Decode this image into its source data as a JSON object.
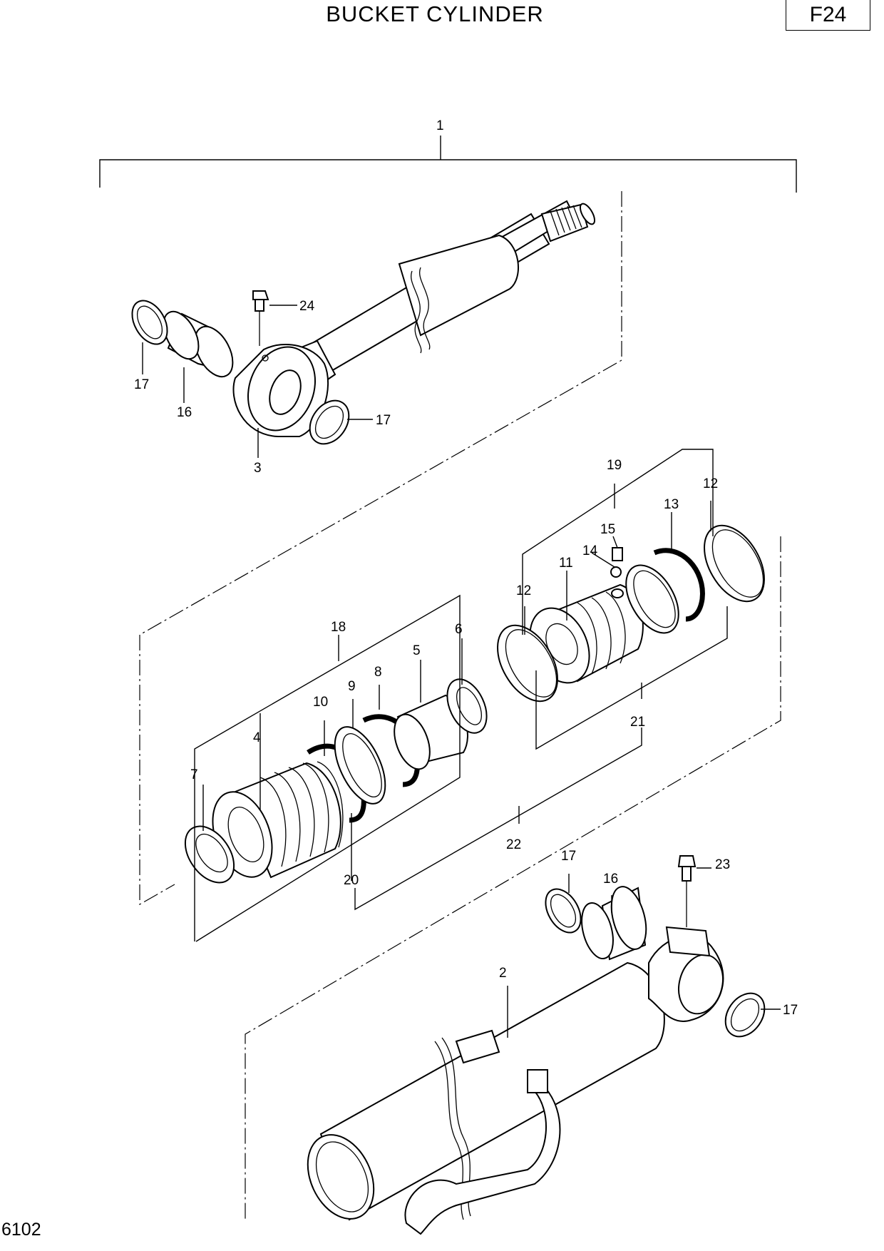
{
  "header": {
    "title": "BUCKET CYLINDER",
    "code": "F24"
  },
  "footer": {
    "sheet_id": "6102"
  },
  "callouts": {
    "c1": "1",
    "c2": "2",
    "c3": "3",
    "c4": "4",
    "c5": "5",
    "c6": "6",
    "c7": "7",
    "c8": "8",
    "c9": "9",
    "c10": "10",
    "c11": "11",
    "c12a": "12",
    "c12b": "12",
    "c13": "13",
    "c14": "14",
    "c15": "15",
    "c16a": "16",
    "c16b": "16",
    "c17a": "17",
    "c17b": "17",
    "c17c": "17",
    "c17d": "17",
    "c18": "18",
    "c19": "19",
    "c20": "20",
    "c21": "21",
    "c22": "22",
    "c23": "23",
    "c24": "24"
  }
}
